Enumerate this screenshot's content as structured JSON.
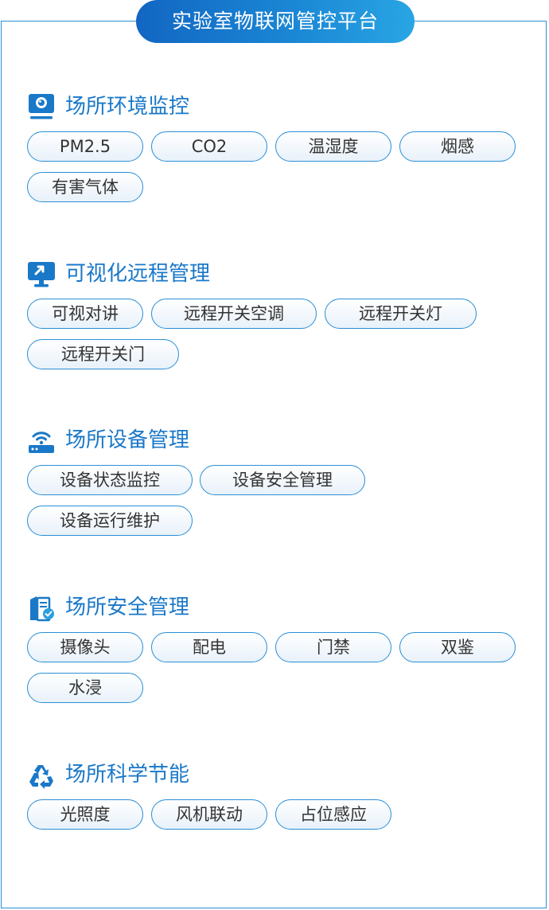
{
  "title": "实验室物联网管控平台",
  "sections": [
    {
      "title": "场所环境监控",
      "icon": "monitor-camera-icon",
      "tags": [
        "PM2.5",
        "CO2",
        "温湿度",
        "烟感",
        "有害气体"
      ]
    },
    {
      "title": "可视化远程管理",
      "icon": "remote-display-icon",
      "tags": [
        "可视对讲",
        "远程开关空调",
        "远程开关灯",
        "远程开关门"
      ]
    },
    {
      "title": "场所设备管理",
      "icon": "router-icon",
      "tags": [
        "设备状态监控",
        "设备安全管理",
        "设备运行维护"
      ]
    },
    {
      "title": "场所安全管理",
      "icon": "security-certificate-icon",
      "tags": [
        "摄像头",
        "配电",
        "门禁",
        "双鉴",
        "水浸"
      ]
    },
    {
      "title": "场所科学节能",
      "icon": "recycle-icon",
      "tags": [
        "光照度",
        "风机联动",
        "占位感应"
      ]
    }
  ],
  "colors": {
    "accent": "#1a78c8",
    "border": "#2a8fd6",
    "title_gradient_start": "#1266c2",
    "title_gradient_end": "#29a5e4",
    "tag_text": "#333333"
  }
}
